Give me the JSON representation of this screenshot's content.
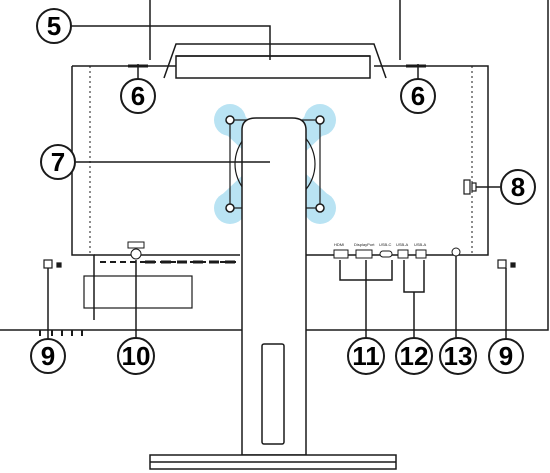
{
  "callouts": {
    "c5": "5",
    "c6a": "6",
    "c6b": "6",
    "c7": "7",
    "c8": "8",
    "c9a": "9",
    "c9b": "9",
    "c10": "10",
    "c11": "11",
    "c12": "12",
    "c13": "13"
  },
  "ports": {
    "hdmi": "HDMI",
    "displayport": "DisplayPort",
    "usb_c": "USB-C",
    "usb_a1": "USB-A",
    "usb_a2": "USB-A"
  },
  "colors": {
    "line": "#1a1a1a",
    "vesa_highlight": "#b9e3f3",
    "callout_fill": "#ffffff"
  }
}
